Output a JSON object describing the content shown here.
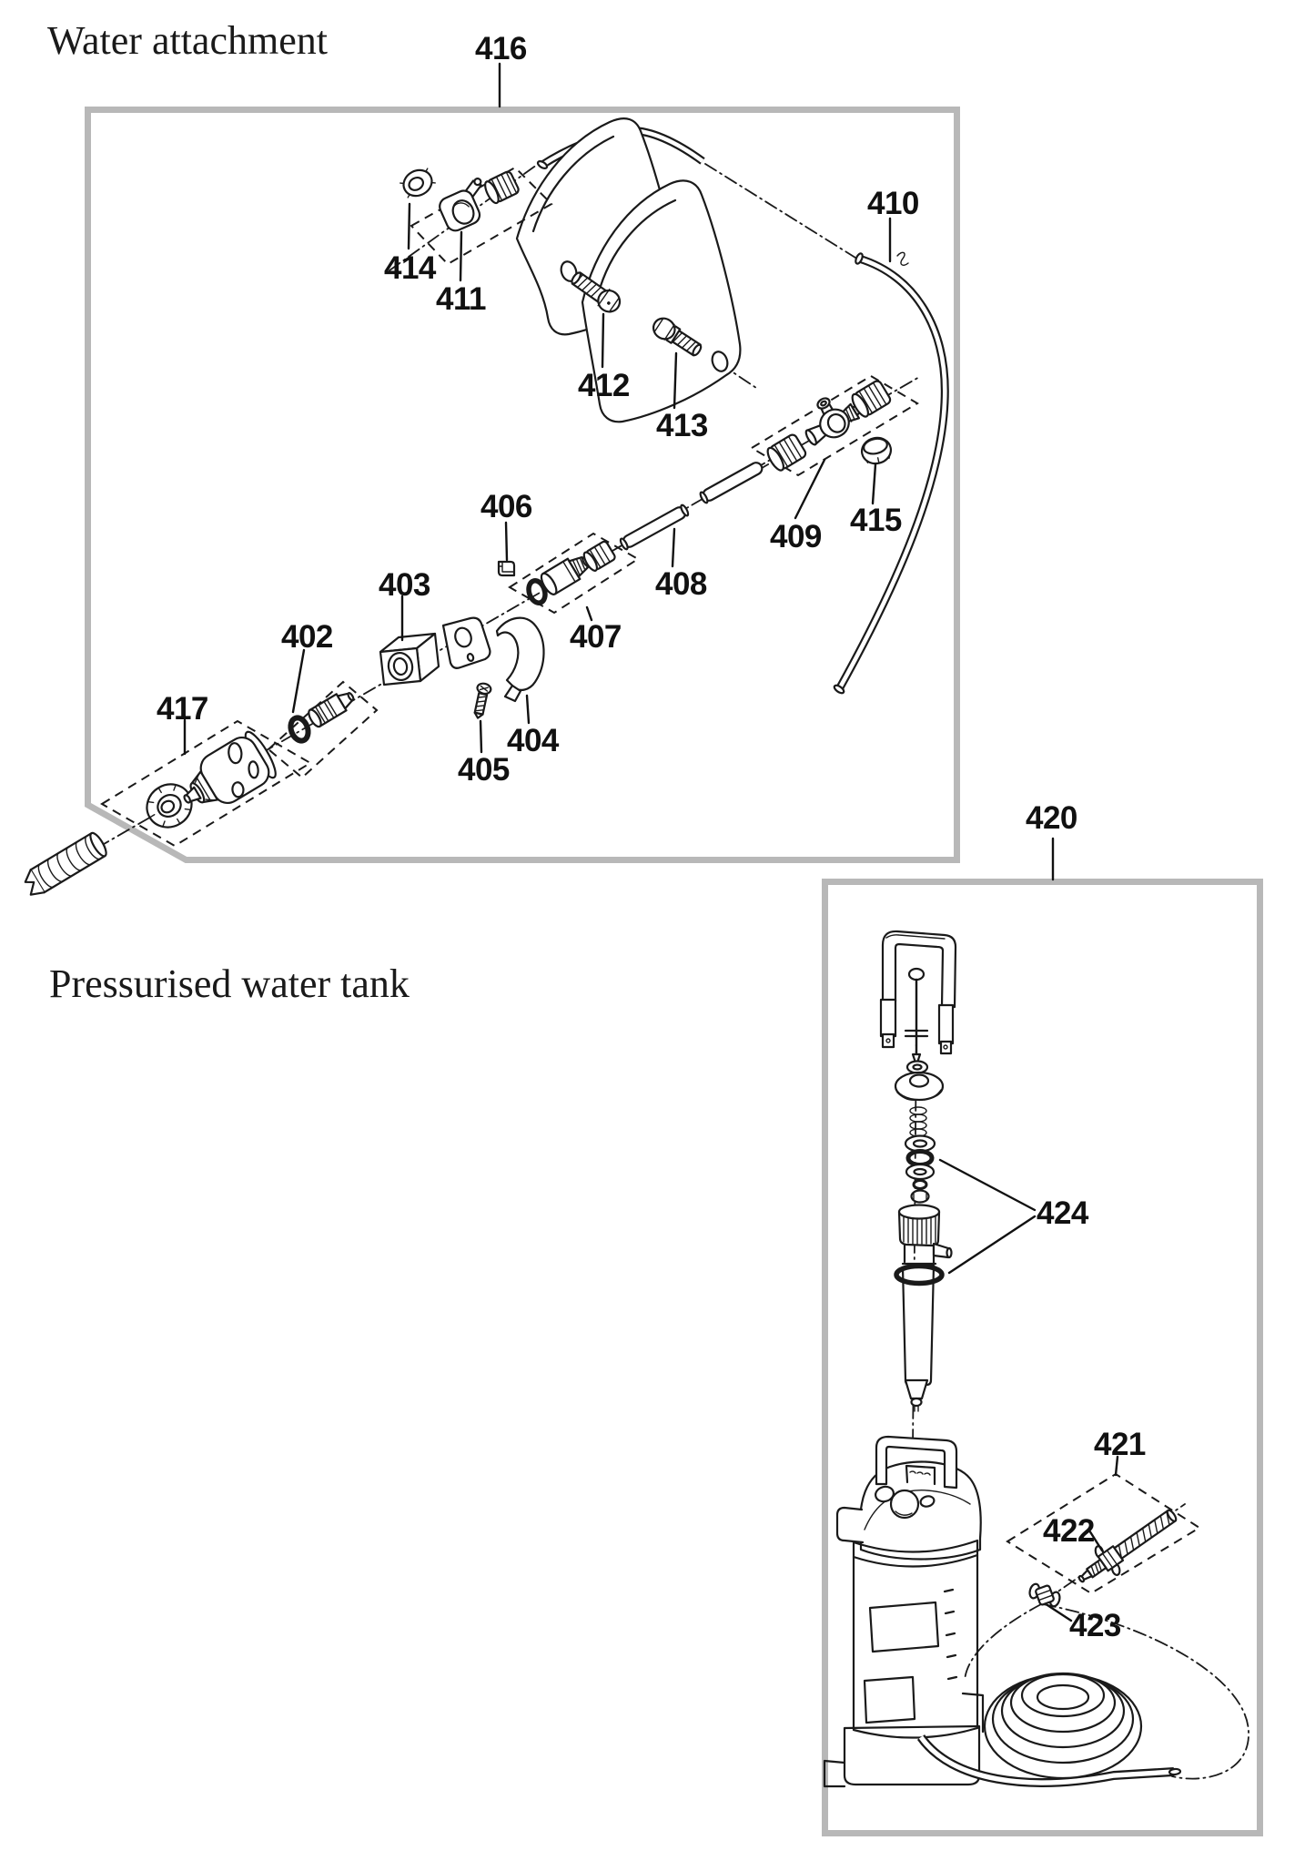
{
  "water_attachment": {
    "title": "Water attachment",
    "frame_label": "416",
    "parts": {
      "402": "402",
      "403": "403",
      "404": "404",
      "405": "405",
      "406": "406",
      "407": "407",
      "408": "408",
      "409": "409",
      "410": "410",
      "411": "411",
      "412": "412",
      "413": "413",
      "414": "414",
      "415": "415",
      "417": "417"
    }
  },
  "pressurised_water_tank": {
    "title": "Pressurised water tank",
    "frame_label": "420",
    "parts": {
      "421": "421",
      "422": "422",
      "423": "423",
      "424": "424"
    }
  },
  "colors": {
    "line": "#1a1a1a",
    "frame": "#b8b8b8",
    "background": "#ffffff"
  }
}
